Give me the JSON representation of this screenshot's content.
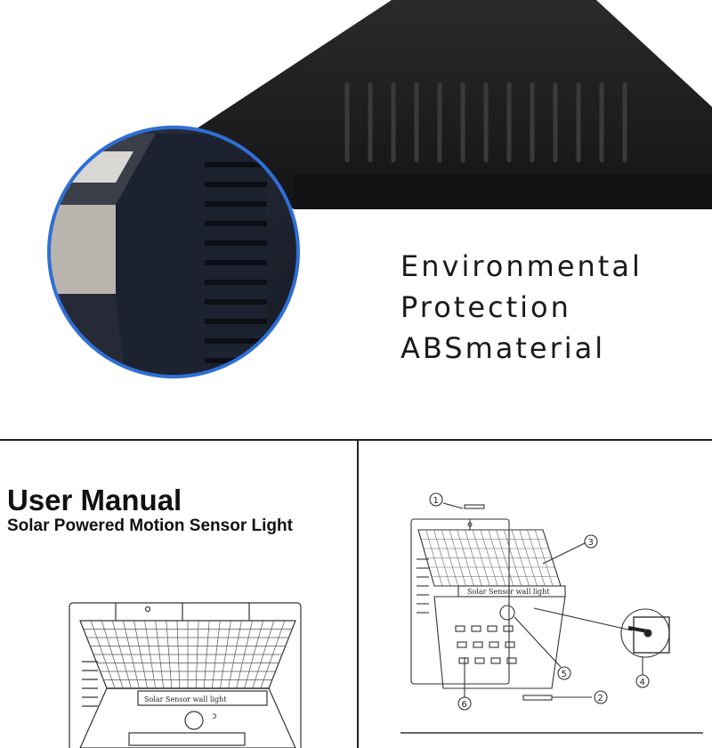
{
  "feature": {
    "line1": "Environmental",
    "line2": "Protection",
    "line3": "ABSmaterial"
  },
  "manual": {
    "title": "User Manual",
    "subtitle": "Solar Powered Motion Sensor Light",
    "device_label": "Solar Sensor wall light"
  },
  "callouts": [
    "1",
    "2",
    "3",
    "4",
    "5",
    "6"
  ],
  "colors": {
    "housing": "#1c1c1e",
    "zoom_ring": "#2f6fd6",
    "line_art": "#333333"
  }
}
